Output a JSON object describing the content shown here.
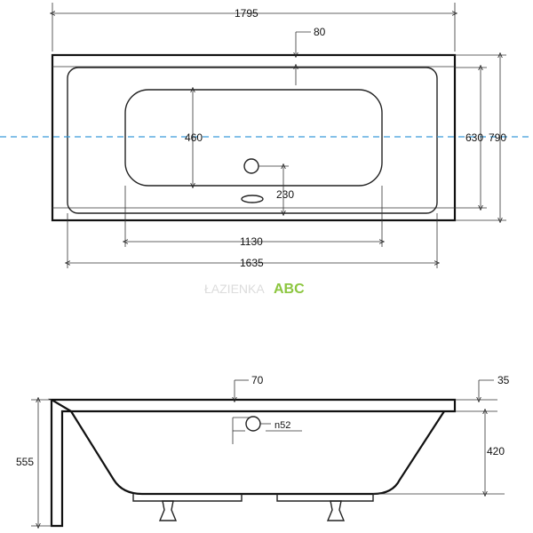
{
  "dimensions": {
    "top_length": "1795",
    "rim_80": "80",
    "basin_460": "460",
    "basin_630": "630",
    "overall_790": "790",
    "drain_230": "230",
    "basin_1130": "1130",
    "inner_1635": "1635",
    "side_70": "70",
    "side_35": "35",
    "overflow_n52": "n52",
    "height_555": "555",
    "depth_420": "420"
  },
  "watermark": {
    "gray_text": "ŁAZIENKA",
    "green_text": "ABC",
    "green_color": "#8cc63f"
  },
  "colors": {
    "centerline": "#3a9bd9",
    "line": "#111111"
  }
}
